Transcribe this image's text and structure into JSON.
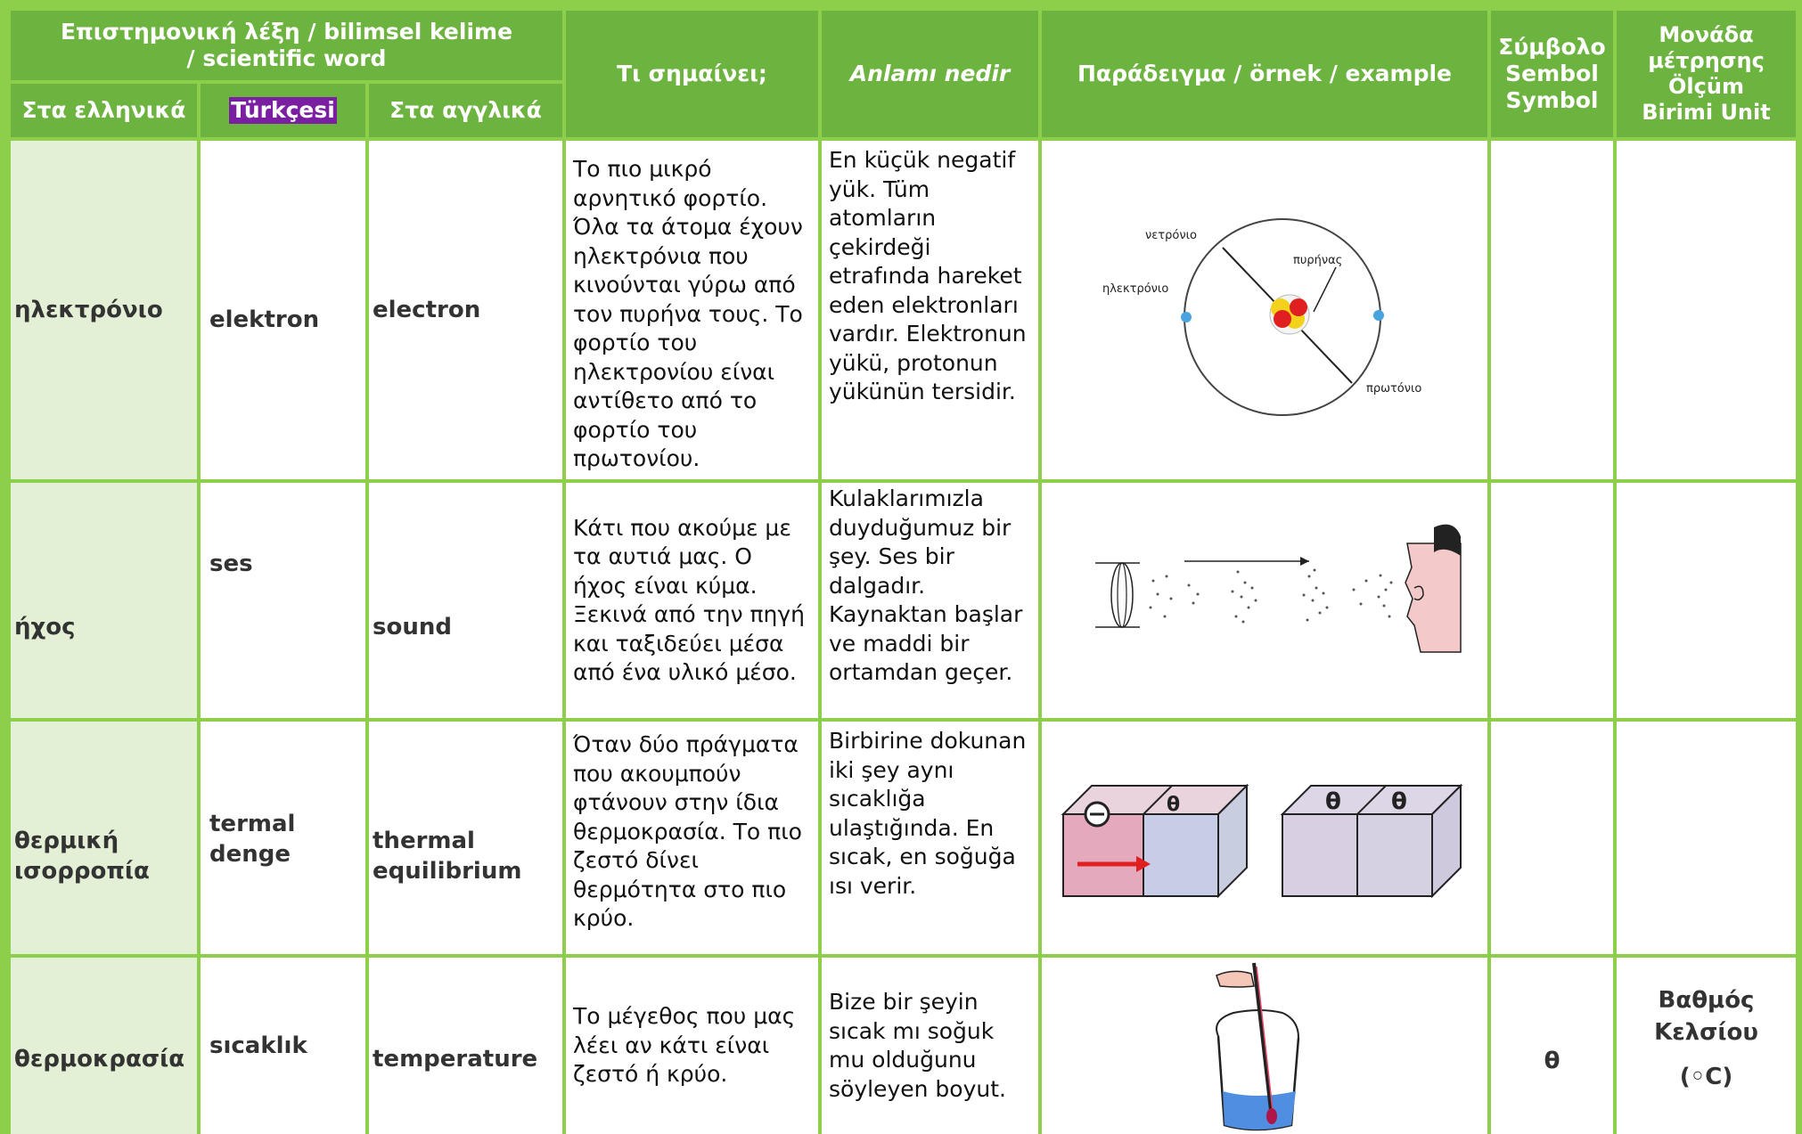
{
  "header": {
    "scientific_word": "Επιστημονική λέξη / bilimsel kelime / scientific word",
    "greek": "Στα ελληνικά",
    "turkish": "Türkçesi",
    "english": "Στα αγγλικά",
    "meaning_gr": "Τι σημαίνει;",
    "meaning_tr": "Anlamı nedir",
    "example": "Παράδειγμα / örnek / example",
    "symbol": "Σύμβολο Sembol Symbol",
    "unit": "Μονάδα μέτρησης Ölçüm Birimi Unit"
  },
  "rows": [
    {
      "greek": "ηλεκτρόνιο",
      "turkish": "elektron",
      "english": "electron",
      "meaning_gr": "Το πιο μικρό αρνητικό φορτίο. Όλα τα άτομα έχουν ηλεκτρόνια που κινούνται γύρω από τον πυρήνα τους. Το φορτίο του ηλεκτρονίου είναι αντίθετο από το φορτίο του πρωτονίου.",
      "meaning_tr": "En küçük negatif yük. Tüm atomların çekirdeği etrafında hareket eden elektronları vardır. Elektronun yükü, protonun yükünün tersidir.",
      "symbol": "",
      "unit": "",
      "example_labels": {
        "neutron": "νετρόνιο",
        "nucleus": "πυρήνας",
        "electron": "ηλεκτρόνιο",
        "proton": "πρωτόνιο"
      }
    },
    {
      "greek": "ήχος",
      "turkish": "ses",
      "english": "sound",
      "meaning_gr": "Κάτι που ακούμε με τα αυτιά μας. Ο ήχος είναι κύμα. Ξεκινά από την πηγή και ταξιδεύει μέσα από ένα υλικό μέσο.",
      "meaning_tr": "Kulaklarımızla duyduğumuz bir şey. Ses bir dalgadır. Kaynaktan başlar ve maddi bir ortamdan geçer.",
      "symbol": "",
      "unit": ""
    },
    {
      "greek": "θερμική ισορροπία",
      "turkish": "termal denge",
      "english": "thermal equilibrium",
      "meaning_gr": "Όταν δύο πράγματα που ακουμπούν φτάνουν στην ίδια θερμοκρασία. Το πιο ζεστό δίνει θερμότητα στο πιο κρύο.",
      "meaning_tr": "Birbirine dokunan iki şey aynı sıcaklığa ulaştığında. En sıcak, en soğuğa ısı verir.",
      "symbol": "",
      "unit": "",
      "example_labels": {
        "theta_big": "Θ",
        "theta": "θ"
      }
    },
    {
      "greek": "θερμοκρασία",
      "turkish": "sıcaklık",
      "english": "temperature",
      "meaning_gr": "Το μέγεθος που μας λέει αν κάτι είναι ζεστό ή κρύο.",
      "meaning_tr": "Bize bir şeyin sıcak mı soğuk mu olduğunu söyleyen boyut.",
      "symbol": "θ",
      "unit_line1": "Βαθμός",
      "unit_line2": "Κελσίου",
      "unit_line3": "(◦C)"
    }
  ],
  "colors": {
    "border": "#8dcf4a",
    "header": "#6db33f",
    "label_bg": "#e3f0d6",
    "highlight": "#7b1fa2"
  }
}
